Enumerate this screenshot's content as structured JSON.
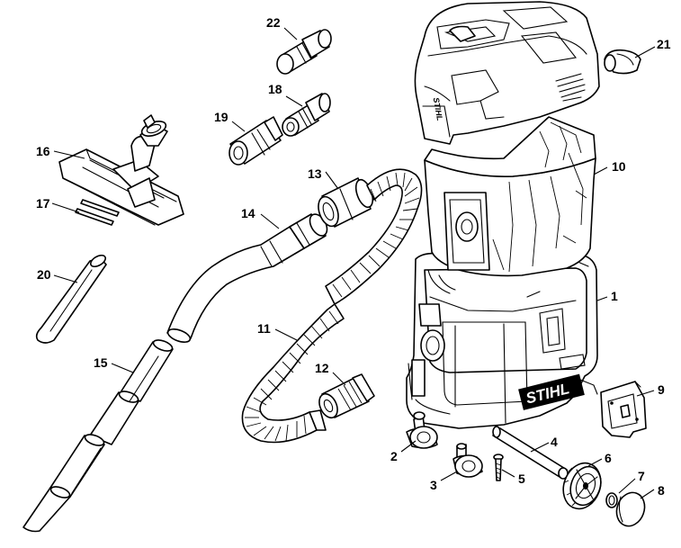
{
  "brand": {
    "container_logo": "STIHL",
    "lid_logo": "STIHL"
  },
  "callouts": [
    {
      "id": "1",
      "label": "1"
    },
    {
      "id": "2",
      "label": "2"
    },
    {
      "id": "3",
      "label": "3"
    },
    {
      "id": "4",
      "label": "4"
    },
    {
      "id": "5",
      "label": "5"
    },
    {
      "id": "6",
      "label": "6"
    },
    {
      "id": "7",
      "label": "7"
    },
    {
      "id": "8",
      "label": "8"
    },
    {
      "id": "9",
      "label": "9"
    },
    {
      "id": "10",
      "label": "10"
    },
    {
      "id": "11",
      "label": "11"
    },
    {
      "id": "12",
      "label": "12"
    },
    {
      "id": "13",
      "label": "13"
    },
    {
      "id": "14",
      "label": "14"
    },
    {
      "id": "15",
      "label": "15"
    },
    {
      "id": "16",
      "label": "16"
    },
    {
      "id": "17",
      "label": "17"
    },
    {
      "id": "18",
      "label": "18"
    },
    {
      "id": "19",
      "label": "19"
    },
    {
      "id": "20",
      "label": "20"
    },
    {
      "id": "21",
      "label": "21"
    },
    {
      "id": "22",
      "label": "22"
    }
  ]
}
